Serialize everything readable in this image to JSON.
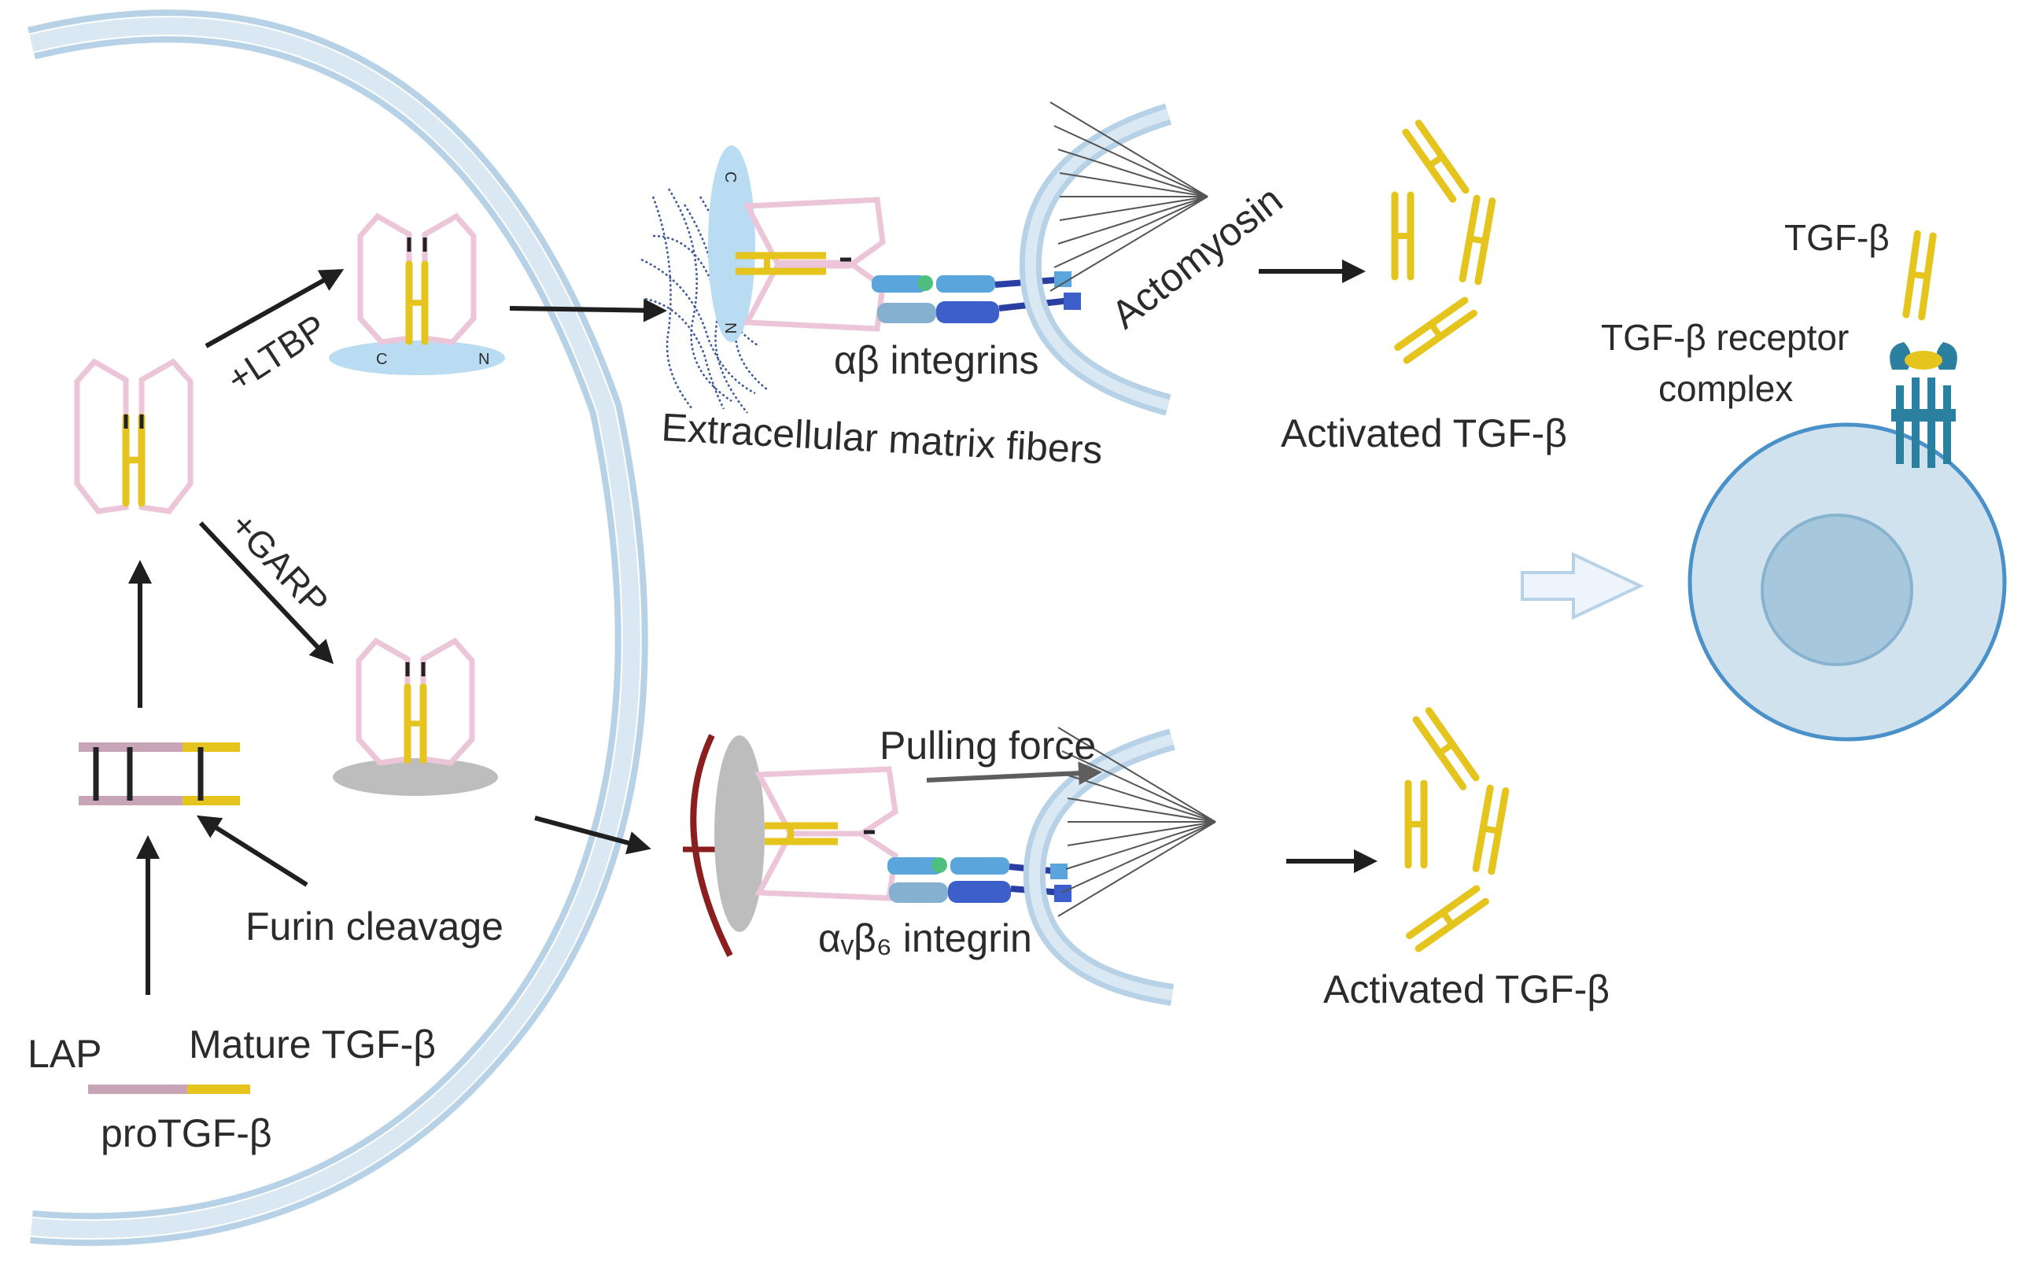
{
  "labels": {
    "ltbp": "+LTBP",
    "garp": "+GARP",
    "furin": "Furin cleavage",
    "lap": "LAP",
    "mature": "Mature TGF-β",
    "pro": "proTGF-β",
    "ecm": "Extracellular matrix fibers",
    "ab_integrins": "αβ integrins",
    "actomyosin": "Actomyosin",
    "activated_top": "Activated TGF-β",
    "pulling": "Pulling force",
    "avb6": "αᵥβ₆ integrin",
    "activated_bottom": "Activated TGF-β",
    "tgfb": "TGF-β",
    "receptor_line1": "TGF-β receptor",
    "receptor_line2": "complex",
    "term_c": "C",
    "term_n": "N"
  },
  "colors": {
    "tgfb_yellow": "#e5c41d",
    "lap_pink": "#ecc6d8",
    "membrane_blue": "#b7d2e6",
    "ltbp_blue": "#b9dcf2",
    "garp_gray": "#bdbdbd",
    "integrin_light": "#5aa6dc",
    "integrin_dark": "#2b3fa3",
    "ecm_dark_red": "#8a1f1f",
    "cell_fill": "#cfe2ee",
    "arrow_black": "#1f1f1f"
  },
  "icons": [
    "arrow-icon",
    "hollow-arrow-icon",
    "tgf-beta-dimer-icon",
    "lap-cage-icon",
    "integrin-icon",
    "receptor-icon",
    "cell-icon"
  ]
}
